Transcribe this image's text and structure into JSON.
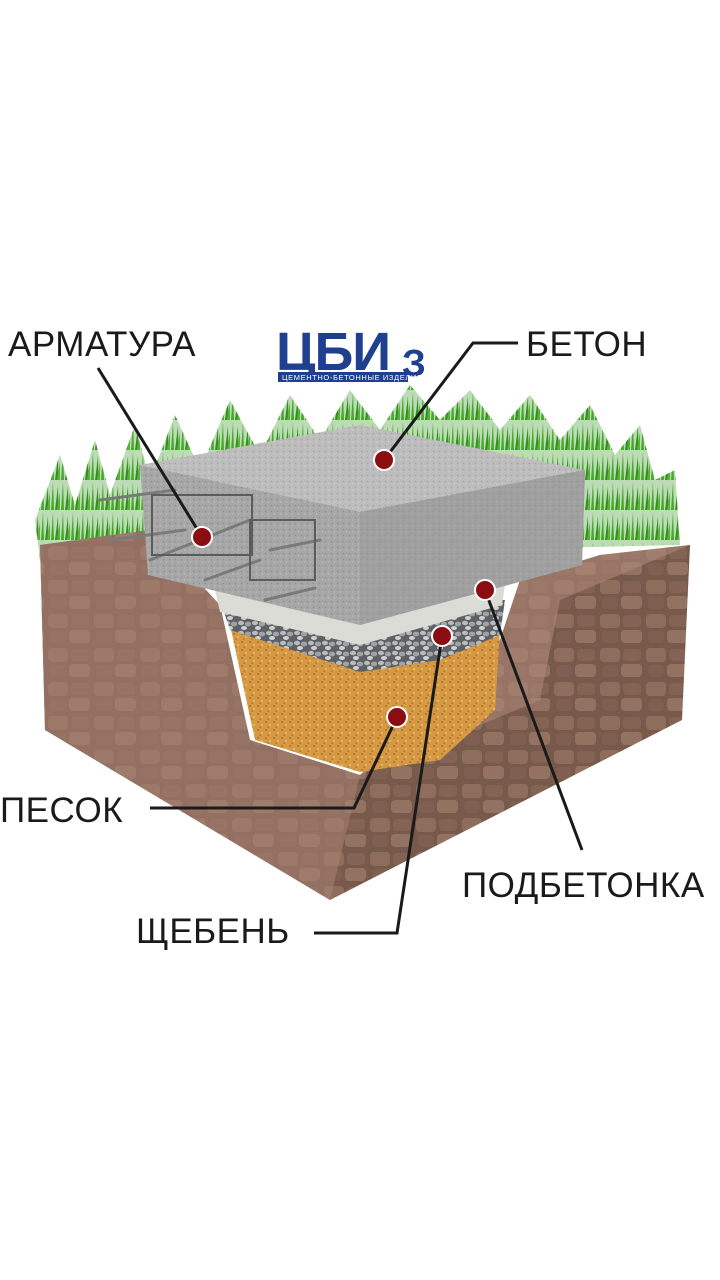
{
  "logo": {
    "main": "ЦБИ",
    "suffix": "З",
    "sub": "ЦЕМЕНТНО-БЕТОННЫЕ ИЗДЕЛИЯ",
    "color": "#1f3f8f"
  },
  "labels": {
    "armatura": "АРМАТУРА",
    "beton": "БЕТОН",
    "pesok": "ПЕСОК",
    "podbetonka": "ПОДБЕТОНКА",
    "shcheben": "ЩЕБЕНЬ"
  },
  "colors": {
    "marker": "#8b0d12",
    "grass": "#3f9a2a",
    "concrete": "#a9a9a9",
    "sand": "#d49a45",
    "soil": "#8a6a5a",
    "underlay": "#dcdcd6"
  }
}
